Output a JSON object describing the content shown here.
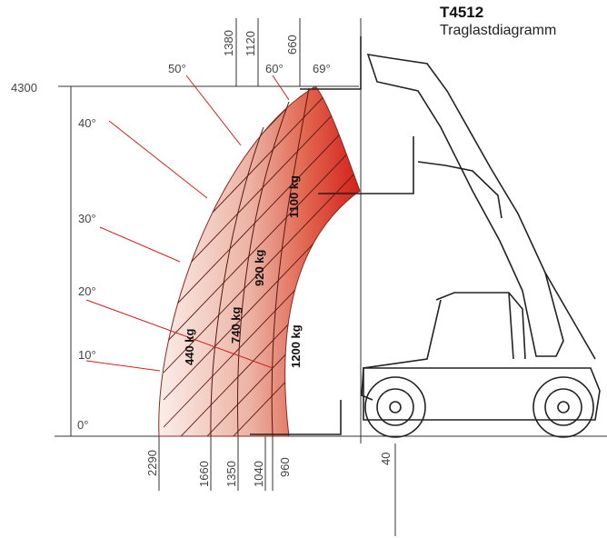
{
  "header": {
    "model": "T4512",
    "subtitle": "Traglastdiagramm"
  },
  "height_label": "4300",
  "top_distances": [
    "1380",
    "1120",
    "660"
  ],
  "bottom_distances": [
    "2290",
    "1660",
    "1350",
    "1040",
    "960",
    "40"
  ],
  "boom_angles": {
    "a0": "0°",
    "a10": "10°",
    "a20": "20°",
    "a30": "30°",
    "a40": "40°",
    "a50": "50°",
    "a60": "60°",
    "a69": "69°"
  },
  "loads": {
    "l440": "440 kg",
    "l740": "740 kg",
    "l920": "920 kg",
    "l1100": "1100 kg",
    "l1200": "1200 kg"
  },
  "colors": {
    "zone_light": "#f7dcd4",
    "zone_dark": "#d4231b",
    "angle_line": "#d21f1f"
  }
}
